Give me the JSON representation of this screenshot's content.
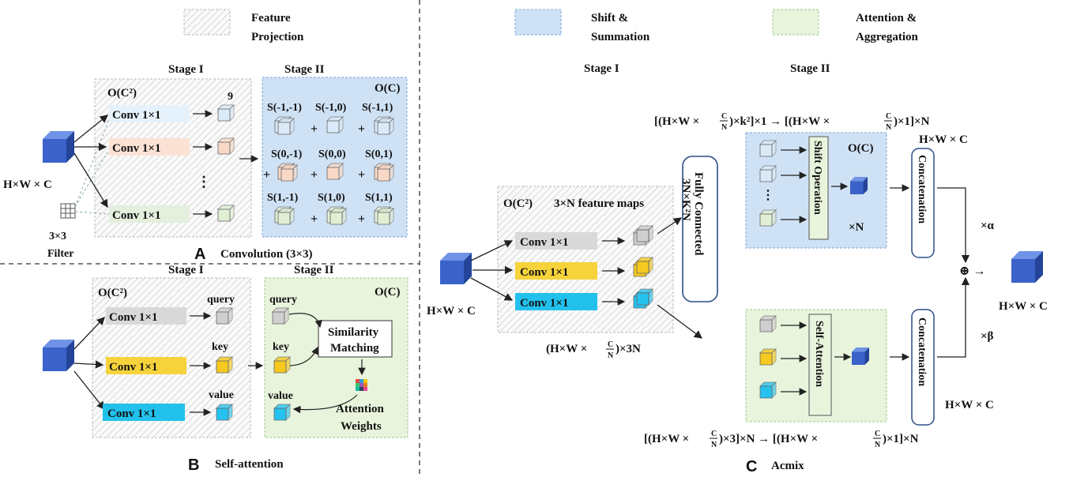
{
  "colors": {
    "hatch_stroke": "#c8c8c8",
    "blue_region": "#cfe2f5",
    "blue_region_border": "#7aa6d6",
    "green_region": "#e8f4dc",
    "green_region_border": "#9fc98a",
    "cube_blue": "#3a62c8",
    "cube_blue_top": "#6f93e6",
    "cube_blue_side": "#24449a",
    "pill_blue_conv": "#e6f2fb",
    "pill_orange_conv": "#fbe2d4",
    "pill_green_conv": "#e4efdd",
    "pill_gray": "#d9d9d9",
    "pill_yellow": "#f6d33b",
    "pill_cyan": "#22c1ec",
    "cube_light_blue": "#dbeaf8",
    "cube_light_orange": "#f9d9c6",
    "cube_light_green": "#e1efd5",
    "cube_gray": "#cfcfcf",
    "cube_yellow": "#f5c91e",
    "cube_cyan": "#26c2ef"
  },
  "legend": {
    "feature_projection_line1": "Feature",
    "feature_projection_line2": "Projection",
    "shift_sum_line1": "Shift &",
    "shift_sum_line2": "Summation",
    "attn_agg_line1": "Attention &",
    "attn_agg_line2": "Aggregation"
  },
  "panel_a": {
    "letter": "A",
    "caption": "Convolution (3×3)",
    "stage1": "Stage I",
    "stage2": "Stage II",
    "complexity1": "O(C²)",
    "complexity2": "O(C)",
    "input_label": "H×W × C",
    "filter_label_line1": "3×3",
    "filter_label_line2": "Filter",
    "conv_labels": [
      "Conv  1×1",
      "Conv  1×1",
      "Conv  1×1"
    ],
    "count_label": "9",
    "dots": "⋮",
    "shifts": [
      "S(-1,-1)",
      "S(-1,0)",
      "S(-1,1)",
      "S(0,-1)",
      "S(0,0)",
      "S(0,1)",
      "S(1,-1)",
      "S(1,0)",
      "S(1,1)"
    ],
    "plus": "+"
  },
  "panel_b": {
    "letter": "B",
    "caption": "Self-attention",
    "stage1": "Stage I",
    "stage2": "Stage II",
    "complexity1": "O(C²)",
    "complexity2": "O(C)",
    "conv_labels": [
      "Conv  1×1",
      "Conv  1×1",
      "Conv  1×1"
    ],
    "qkv": [
      "query",
      "key",
      "value"
    ],
    "qkv_stage2": [
      "query",
      "key",
      "value"
    ],
    "similarity_line1": "Similarity",
    "similarity_line2": "Matching",
    "attention_line1": "Attention",
    "attention_line2": "Weights"
  },
  "panel_c": {
    "letter": "C",
    "caption": "Acmix",
    "stage1": "Stage I",
    "stage2": "Stage II",
    "complexity1": "O(C²)",
    "feature_maps": "3×N feature maps",
    "complexity_shift": "O(C)",
    "input_label": "H×W × C",
    "conv_labels": [
      "Conv  1×1",
      "Conv  1×1",
      "Conv  1×1"
    ],
    "stage1_dim_left": "(H×W ×",
    "stage1_dim_right": ")×3N",
    "frac_C": "C",
    "frac_N": "N",
    "fc_line1": "Fully Connected",
    "fc_line2": "3N×K²N",
    "top_formula_a": "[(H×W ×",
    "top_formula_b": ")×k²]×1 → [(H×W ×",
    "top_formula_c": ")×1]×N",
    "bottom_formula_a": "[(H×W ×",
    "bottom_formula_b": ")×3]×N  → [(H×W ×",
    "bottom_formula_c": ")×1]×N",
    "shift_operation": "Shift Operation",
    "self_attention": "Self-Attention",
    "concatenation_top": "Concatenation",
    "concatenation_bottom": "Concatenation",
    "times_n": "×N",
    "dots": "⋮",
    "hwc_top": "H×W × C",
    "hwc_bottom": "H×W × C",
    "alpha": "×α",
    "beta": "×β",
    "sum_symbol": "⊕ →",
    "output_label": "H×W × C"
  }
}
